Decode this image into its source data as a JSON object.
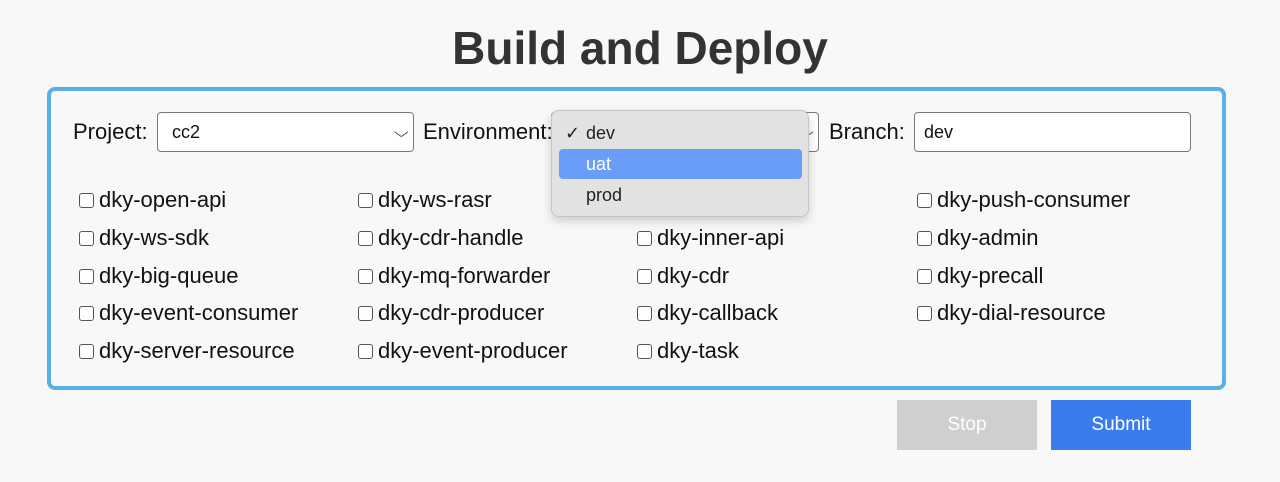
{
  "page": {
    "title": "Build and Deploy"
  },
  "form": {
    "project_label": "Project:",
    "project_value": "cc2",
    "environment_label": "Environment:",
    "branch_label": "Branch:",
    "branch_value": "dev"
  },
  "environment_options": [
    {
      "label": "dev",
      "checked": true
    },
    {
      "label": "uat",
      "highlighted": true
    },
    {
      "label": "prod"
    }
  ],
  "services": {
    "col1": [
      "dky-open-api",
      "dky-ws-sdk",
      "dky-big-queue",
      "dky-event-consumer",
      "dky-server-resource"
    ],
    "col2": [
      "dky-ws-rasr",
      "dky-cdr-handle",
      "dky-mq-forwarder",
      "dky-cdr-producer",
      "dky-event-producer"
    ],
    "col3": [
      "dky-inner-api",
      "dky-cdr",
      "dky-callback",
      "dky-task"
    ],
    "col4": [
      "dky-push-consumer",
      "dky-admin",
      "dky-precall",
      "dky-dial-resource"
    ]
  },
  "buttons": {
    "stop": "Stop",
    "submit": "Submit"
  },
  "colors": {
    "panel_border": "#5aaeea",
    "submit_bg": "#3a7cf0",
    "stop_bg": "#cfcfcf",
    "highlight": "#6a9dfa"
  },
  "icons": {
    "select_arrow": "chevron-down-icon",
    "selected_mark": "checkmark-icon"
  }
}
